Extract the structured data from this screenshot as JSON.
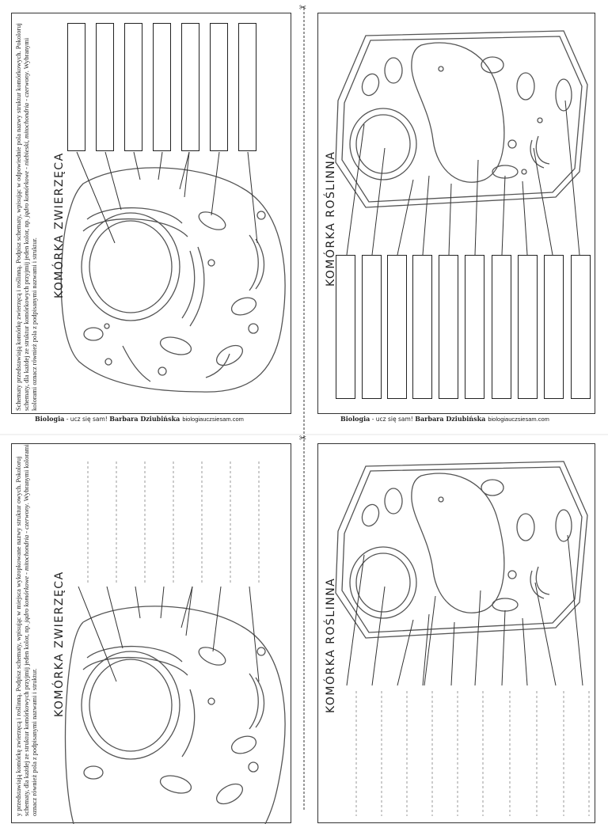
{
  "title_animal": "KOMÓRKA ZWIERZĘCA",
  "title_plant": "KOMÓRKA ROŚLINNA",
  "instructions_top": {
    "part1": "Schematy przedstawiają komórkę zwierzęcą i roślinną. Podpisz schematy, wpisując w odpowiednie pola nazwy struktur komórkowych. Pokoloruj schematy, dla każdej ze struktur komórkowych przyjmij jeden kolor, np. ",
    "italic1": "jądro komórkowe - niebieski, mitochondria - czerwony",
    "part2": ". Wybranymi kolorami oznacz również pola z podpisanymi nazwami i struktur."
  },
  "instructions_bottom": {
    "part1": "y przedstawiają komórkę zwierzęcą i roślinną. Podpisz schematy, wpisując w miejsca wykropkowane nazwy struktur owych. Pokoloruj schematy, dla każdej ze struktur komórkowych przyjmij jeden kolor, np. ",
    "italic1": "jądro komórkowe -",
    "part2": " ",
    "italic2": "mitochondria - czerwony",
    "part3": ". Wybranymi kolorami oznacz również pola z podpisanymi nazwami i struktur."
  },
  "footer": {
    "brand": "Biologia",
    "middle": " - ucz się sam! ",
    "author": "Barbara Dziubińska",
    "site": "biologiauczsiesam.com"
  },
  "scissor_glyph": "✂",
  "animal_label_boxes": 7,
  "plant_label_boxes": 10,
  "plant_dotted_lines": 10,
  "animal_dotted_lines": 7
}
